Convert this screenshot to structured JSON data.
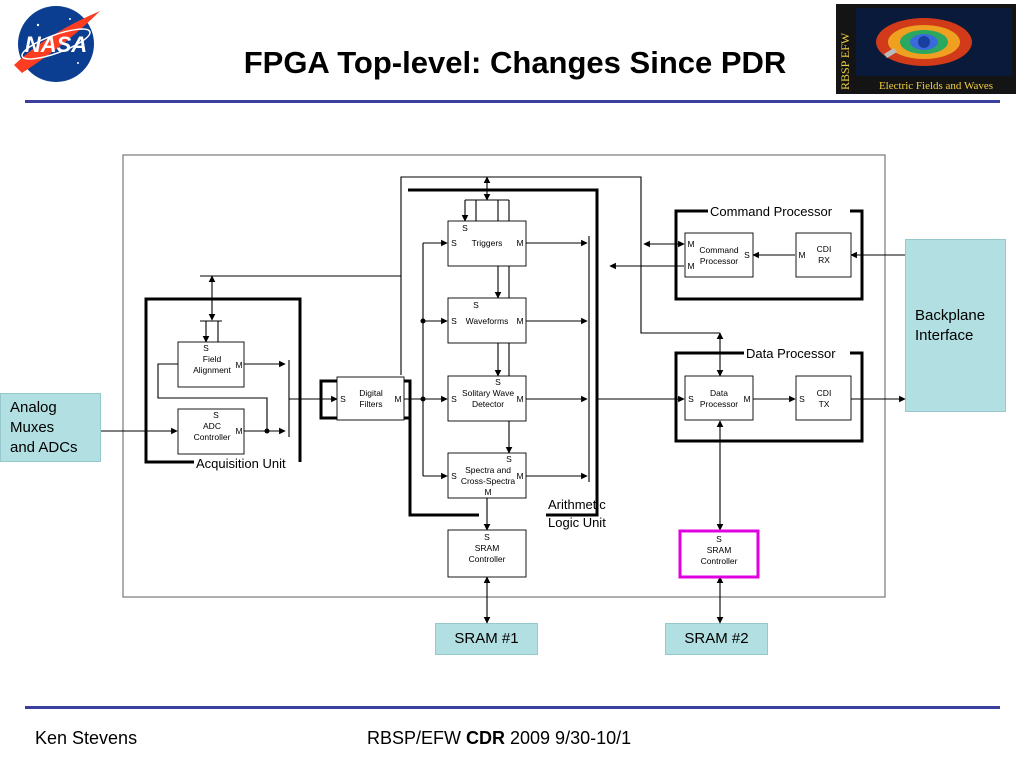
{
  "header": {
    "title": "FPGA Top-level: Changes Since PDR",
    "logo_left_text": "NASA",
    "logo_right_vertical": "RBSP EFW",
    "logo_right_text": "Electric Fields and Waves"
  },
  "side_boxes": {
    "analog": [
      "Analog",
      "Muxes",
      "and ADCs"
    ],
    "backplane": [
      "Backplane",
      "Interface"
    ],
    "sram1": "SRAM #1",
    "sram2": "SRAM #2"
  },
  "groups": {
    "acquisition": "Acquisition Unit",
    "alu": [
      "Arithmetic",
      "Logic Unit"
    ],
    "command": "Command Processor",
    "data": "Data Processor"
  },
  "blocks": {
    "field_alignment": {
      "top": "S",
      "lines": [
        "Field",
        "Alignment"
      ],
      "right": "M"
    },
    "adc_controller": {
      "top": "S",
      "lines": [
        "ADC",
        "Controller"
      ],
      "right": "M"
    },
    "digital_filters": {
      "left": "S",
      "lines": [
        "Digital",
        "Filters"
      ],
      "right": "M"
    },
    "triggers": {
      "top": "S",
      "left": "S",
      "lines": [
        "Triggers"
      ],
      "right": "M"
    },
    "waveforms": {
      "top": "S",
      "left": "S",
      "lines": [
        "Waveforms"
      ],
      "right": "M"
    },
    "solitary_wave": {
      "top": "S",
      "left": "S",
      "lines": [
        "Solitary Wave",
        "Detector"
      ],
      "right": "M"
    },
    "spectra": {
      "top": "S",
      "left": "S",
      "lines": [
        "Spectra and",
        "Cross-Spectra"
      ],
      "bottom": "M",
      "right": "M"
    },
    "sram_ctrl_1": {
      "top": "S",
      "lines": [
        "SRAM",
        "Controller"
      ]
    },
    "command_processor": {
      "left_top": "M",
      "left_bottom": "M",
      "lines": [
        "Command",
        "Processor"
      ],
      "right": "S"
    },
    "cdi_rx": {
      "left": "M",
      "lines": [
        "CDI",
        "RX"
      ]
    },
    "data_processor": {
      "left": "S",
      "lines": [
        "Data",
        "Processor"
      ],
      "right": "M"
    },
    "cdi_tx": {
      "left": "S",
      "lines": [
        "CDI",
        "TX"
      ]
    },
    "sram_ctrl_2": {
      "top": "S",
      "lines": [
        "SRAM",
        "Controller"
      ]
    }
  },
  "colors": {
    "rule": "#3b3f9e",
    "cyan": "#b2dfe1",
    "highlight": "#e000e0"
  },
  "footer": {
    "author": "Ken Stevens",
    "prefix": "RBSP/EFW ",
    "bold": "CDR",
    "suffix": " 2009 9/30-10/1"
  }
}
